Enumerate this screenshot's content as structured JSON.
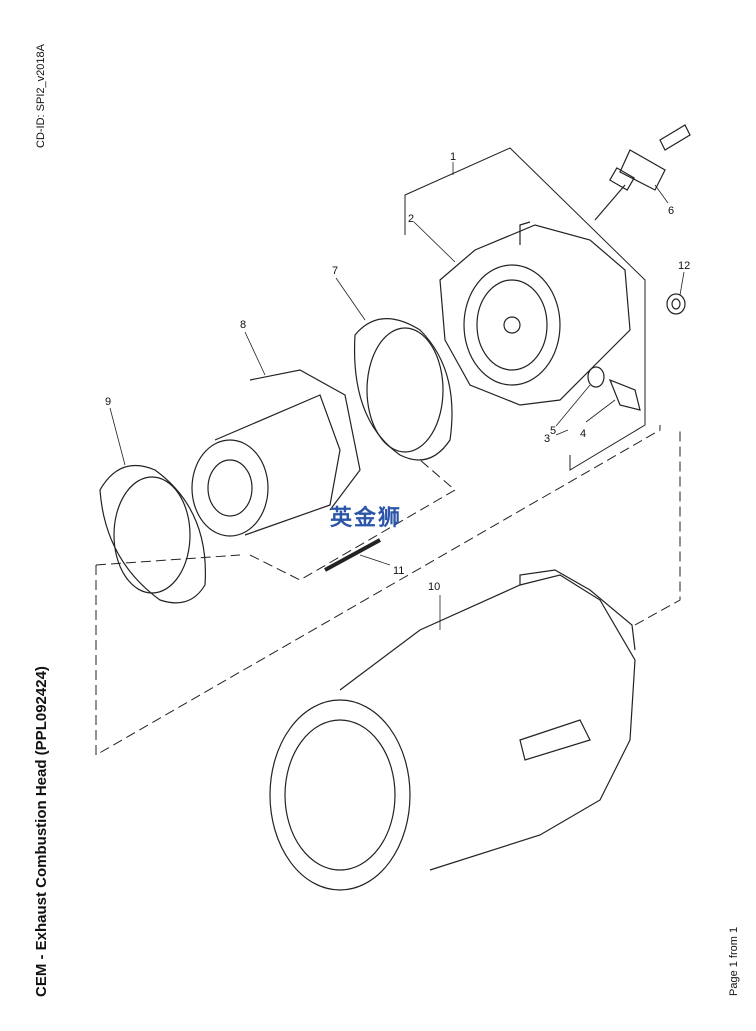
{
  "header": {
    "cd_id": "CD-ID: SPI2_v2018A"
  },
  "title": "CEM - Exhaust Combustion Head (PPL092424)",
  "footer": {
    "page": "Page 1 from 1"
  },
  "watermark": "英金狮",
  "callouts": [
    "1",
    "2",
    "3",
    "4",
    "5",
    "6",
    "7",
    "8",
    "9",
    "10",
    "11",
    "12"
  ]
}
